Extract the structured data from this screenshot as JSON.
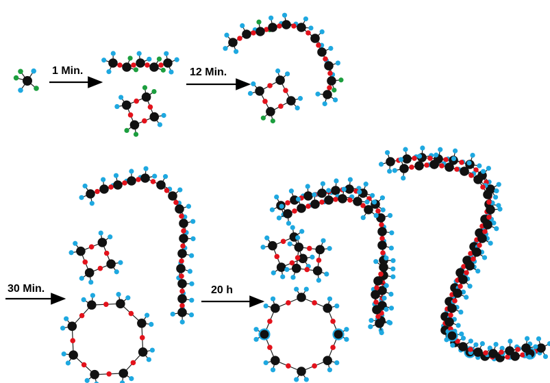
{
  "labels": {
    "step1": "1 Min.",
    "step2": "12 Min.",
    "step3": "30 Min.",
    "step4": "20 h"
  },
  "colors": {
    "carbon": "#111111",
    "oxygen": "#e3121b",
    "hydrogen": "#1ea8e0",
    "chlorine": "#1c9e3e",
    "bond": "#1a1a1a",
    "ring_highlight": "#1ea8e0"
  }
}
